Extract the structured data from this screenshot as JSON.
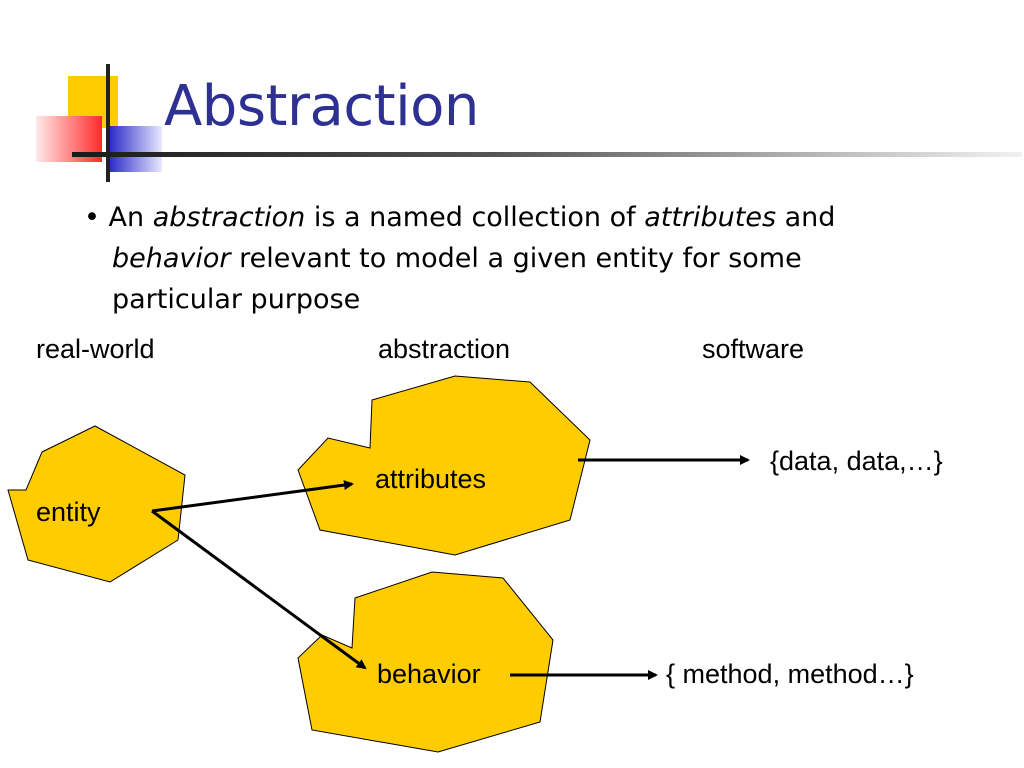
{
  "slide": {
    "title": "Abstraction",
    "bullet": {
      "marker": "•",
      "line1_pre": "An",
      "line1_term": "abstraction",
      "line1_mid": "is a named collection of",
      "line1_term2": "attributes",
      "line1_post": "and",
      "line2_term": "behavior",
      "line2_post": "relevant to model a given entity for some",
      "line3": "particular purpose"
    },
    "columns": {
      "left": "real-world",
      "middle": "abstraction",
      "right": "software"
    },
    "nodes": {
      "entity": "entity",
      "attributes": "attributes",
      "behavior": "behavior",
      "data_set": "{data, data,…}",
      "method_set": "{ method, method…}"
    },
    "colors": {
      "title": "#2e3192",
      "blob_fill": "#ffcc00",
      "logo_yellow": "#ffcc00",
      "logo_red": "#ff3333",
      "logo_blue": "#3333cc"
    }
  }
}
